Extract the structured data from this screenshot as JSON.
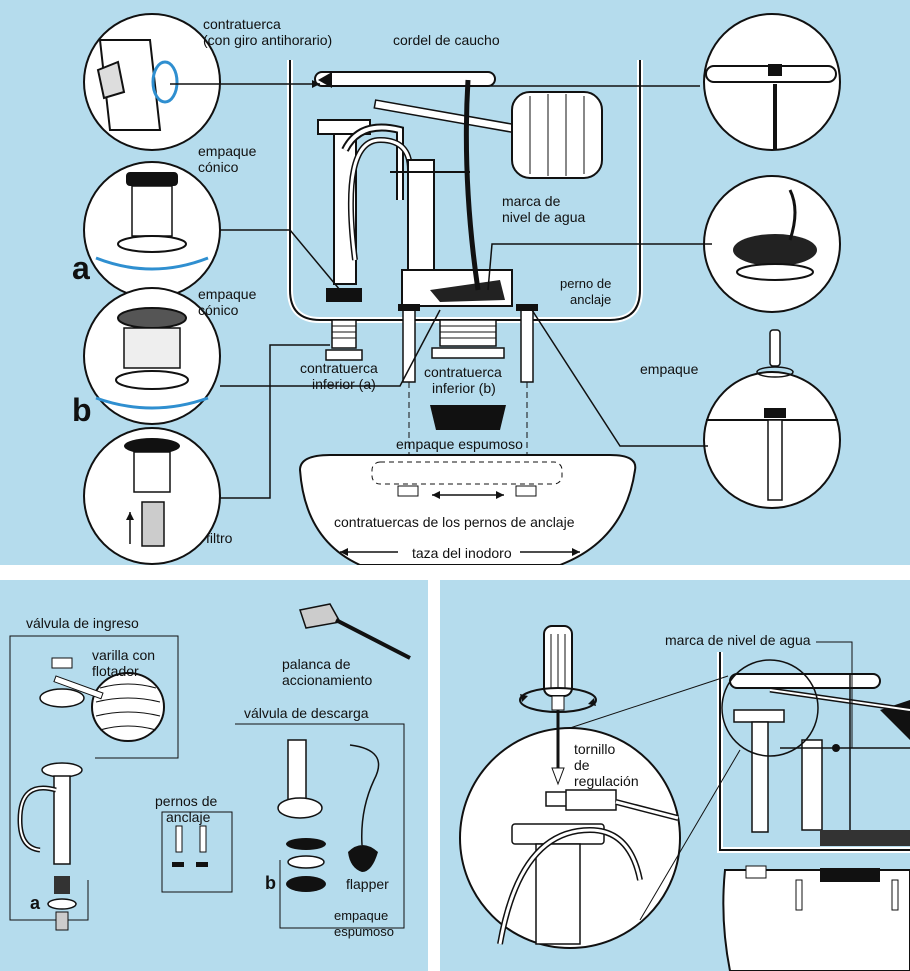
{
  "top": {
    "contratuerca": "contratuerca",
    "giro": "(con giro antihorario)",
    "cordel": "cordel de caucho",
    "empaque_conico_a_1": "empaque",
    "empaque_conico_a_2": "cónico",
    "marca_1": "marca de",
    "marca_2": "nivel de agua",
    "letter_a": "a",
    "empaque_conico_b_1": "empaque",
    "empaque_conico_b_2": "cónico",
    "perno_1": "perno de",
    "perno_2": "anclaje",
    "contra_inf_a_1": "contratuerca",
    "contra_inf_a_2": "inferior (a)",
    "contra_inf_b_1": "contratuerca",
    "contra_inf_b_2": "inferior (b)",
    "empaque": "empaque",
    "letter_b": "b",
    "empaque_espumoso": "empaque espumoso",
    "contratuercas_pernos": "contratuercas de los pernos de anclaje",
    "filtro": "filtro",
    "taza": "taza del inodoro"
  },
  "bottom_left": {
    "valvula_ingreso": "válvula de ingreso",
    "varilla_1": "varilla con",
    "varilla_2": "flotador",
    "palanca_1": "palanca de",
    "palanca_2": "accionamiento",
    "valvula_descarga": "válvula de descarga",
    "pernos_1": "pernos de",
    "pernos_2": "anclaje",
    "letter_a": "a",
    "letter_b": "b",
    "flapper": "flapper",
    "espumoso_1": "empaque",
    "espumoso_2": "espumoso"
  },
  "bottom_right": {
    "marca": "marca de nivel de agua",
    "tornillo_1": "tornillo",
    "tornillo_2": "de",
    "tornillo_3": "regulación"
  },
  "colors": {
    "background": "#b5dced",
    "accent_arrow": "#2f8fd0",
    "ink": "#111111"
  }
}
